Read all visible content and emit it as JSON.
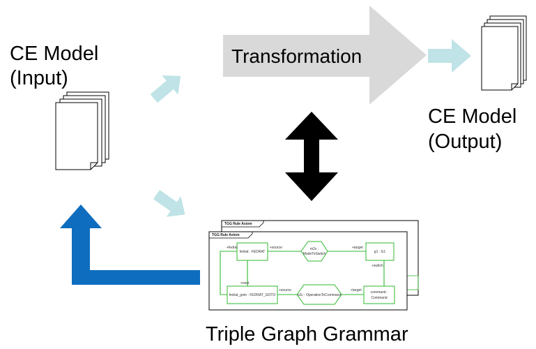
{
  "labels": {
    "input_line1": "CE Model",
    "input_line2": "(Input)",
    "output_line1": "CE Model",
    "output_line2": "(Output)",
    "transformation": "Transformation",
    "tgg": "Triple Graph Grammar"
  },
  "tgg_diagram": {
    "frame_back_title": "TGG Rule Axiom",
    "frame_front_title": "TGG Rule Axiom",
    "nodes": {
      "fedrat": "fedrat : FEDRAT",
      "fedrat_goto": "fedrat_goto : FEDRAT_GOTO",
      "m2s_line1": "m2s :",
      "m2s_line2": "ModeToSwitch",
      "o2c": "o2c : OperationToCommand",
      "g1": "g1 : G1",
      "command_line1": "command :",
      "command_line2": "Command"
    },
    "edges": {
      "fedrat_role": "+fedrat",
      "next": "+next",
      "source_top": "+source",
      "target_top": "+target",
      "switch": "+switch",
      "source_bottom": "+source",
      "target_bottom": "+target"
    }
  },
  "colors": {
    "light_arrow": "#bfe3e6",
    "transformation_arrow": "#d9d9d9",
    "bidirectional_arrow": "#000000",
    "feedback_arrow": "#0e6dbf",
    "node_border": "#2fb82f"
  }
}
